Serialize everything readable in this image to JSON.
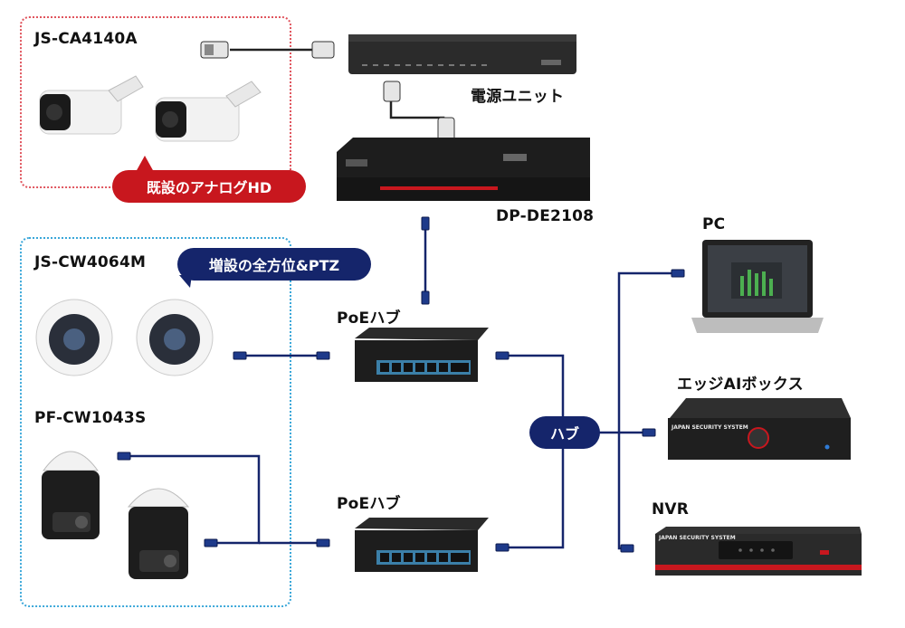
{
  "groups": {
    "analog": {
      "label": "JS-CA4140A",
      "badge": "既設のアナログHD",
      "border_color": "#e0555e"
    },
    "ip": {
      "label": "JS-CW4064M",
      "badge": "増設の全方位&PTZ",
      "border_color": "#3aa7d9"
    }
  },
  "devices": {
    "power_unit": {
      "label": "電源ユニット"
    },
    "decoder": {
      "label": "DP-DE2108"
    },
    "ptz_camera": {
      "label": "PF-CW1043S"
    },
    "poe_hub_top": {
      "label": "PoEハブ"
    },
    "poe_hub_bottom": {
      "label": "PoEハブ"
    },
    "hub": {
      "label": "ハブ"
    },
    "pc": {
      "label": "PC"
    },
    "edge_ai_box": {
      "label": "エッジAIボックス",
      "brand_text": "JAPAN SECURITY SYSTEM"
    },
    "nvr": {
      "label": "NVR",
      "brand_text": "JAPAN SECURITY SYSTEM"
    }
  },
  "colors": {
    "cable": "#15256b",
    "badge_red": "#c8171e",
    "badge_navy": "#15256b"
  }
}
